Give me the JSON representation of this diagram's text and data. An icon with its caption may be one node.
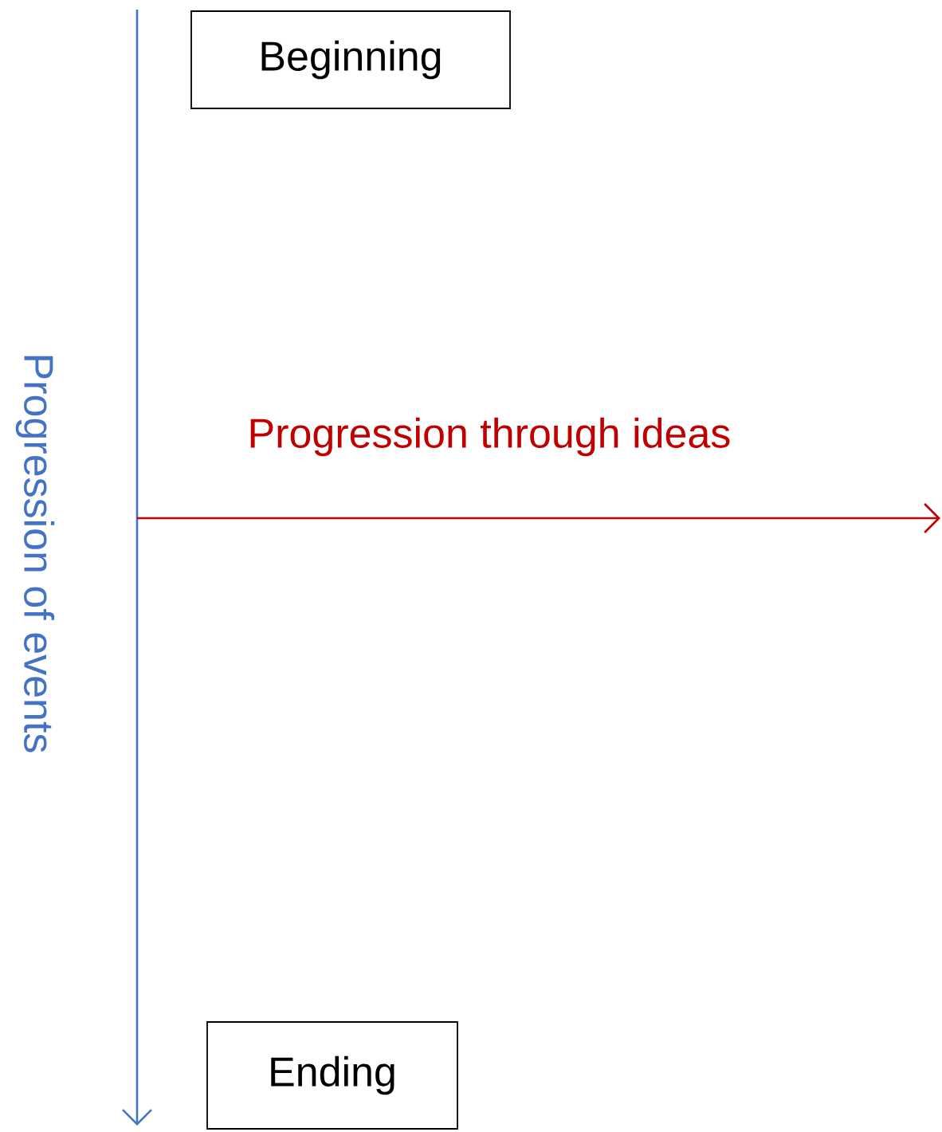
{
  "diagram": {
    "nodes": [
      {
        "text": [
          "Beginning"
        ]
      },
      {
        "text": [
          "Ending"
        ]
      }
    ],
    "labels": [
      "Progression of events",
      "Progression through ideas"
    ]
  }
}
